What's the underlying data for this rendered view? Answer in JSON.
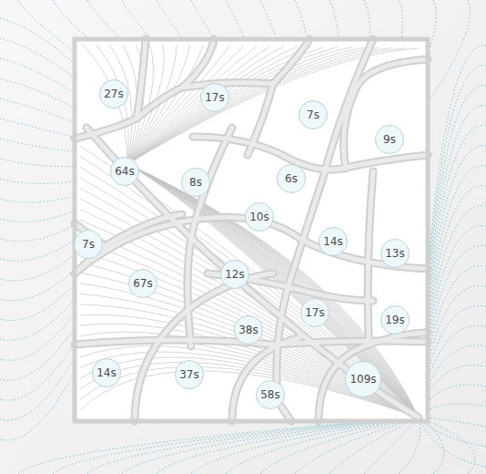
{
  "diagram": {
    "nodes": [
      {
        "text": [
          "27s"
        ]
      },
      {
        "text": [
          "17s"
        ]
      },
      {
        "text": [
          "7s"
        ]
      },
      {
        "text": [
          "9s"
        ]
      },
      {
        "text": [
          "64s"
        ]
      },
      {
        "text": [
          "8s"
        ]
      },
      {
        "text": [
          "6s"
        ]
      },
      {
        "text": [
          "10s"
        ]
      },
      {
        "text": [
          "7s"
        ]
      },
      {
        "text": [
          "14s"
        ]
      },
      {
        "text": [
          "13s"
        ]
      },
      {
        "text": [
          "67s"
        ]
      },
      {
        "text": [
          "12s"
        ]
      },
      {
        "text": [
          "17s"
        ]
      },
      {
        "text": [
          "19s"
        ]
      },
      {
        "text": [
          "38s"
        ]
      },
      {
        "text": [
          "14s"
        ]
      },
      {
        "text": [
          "37s"
        ]
      },
      {
        "text": [
          "58s"
        ]
      },
      {
        "text": [
          "109s"
        ]
      }
    ]
  }
}
